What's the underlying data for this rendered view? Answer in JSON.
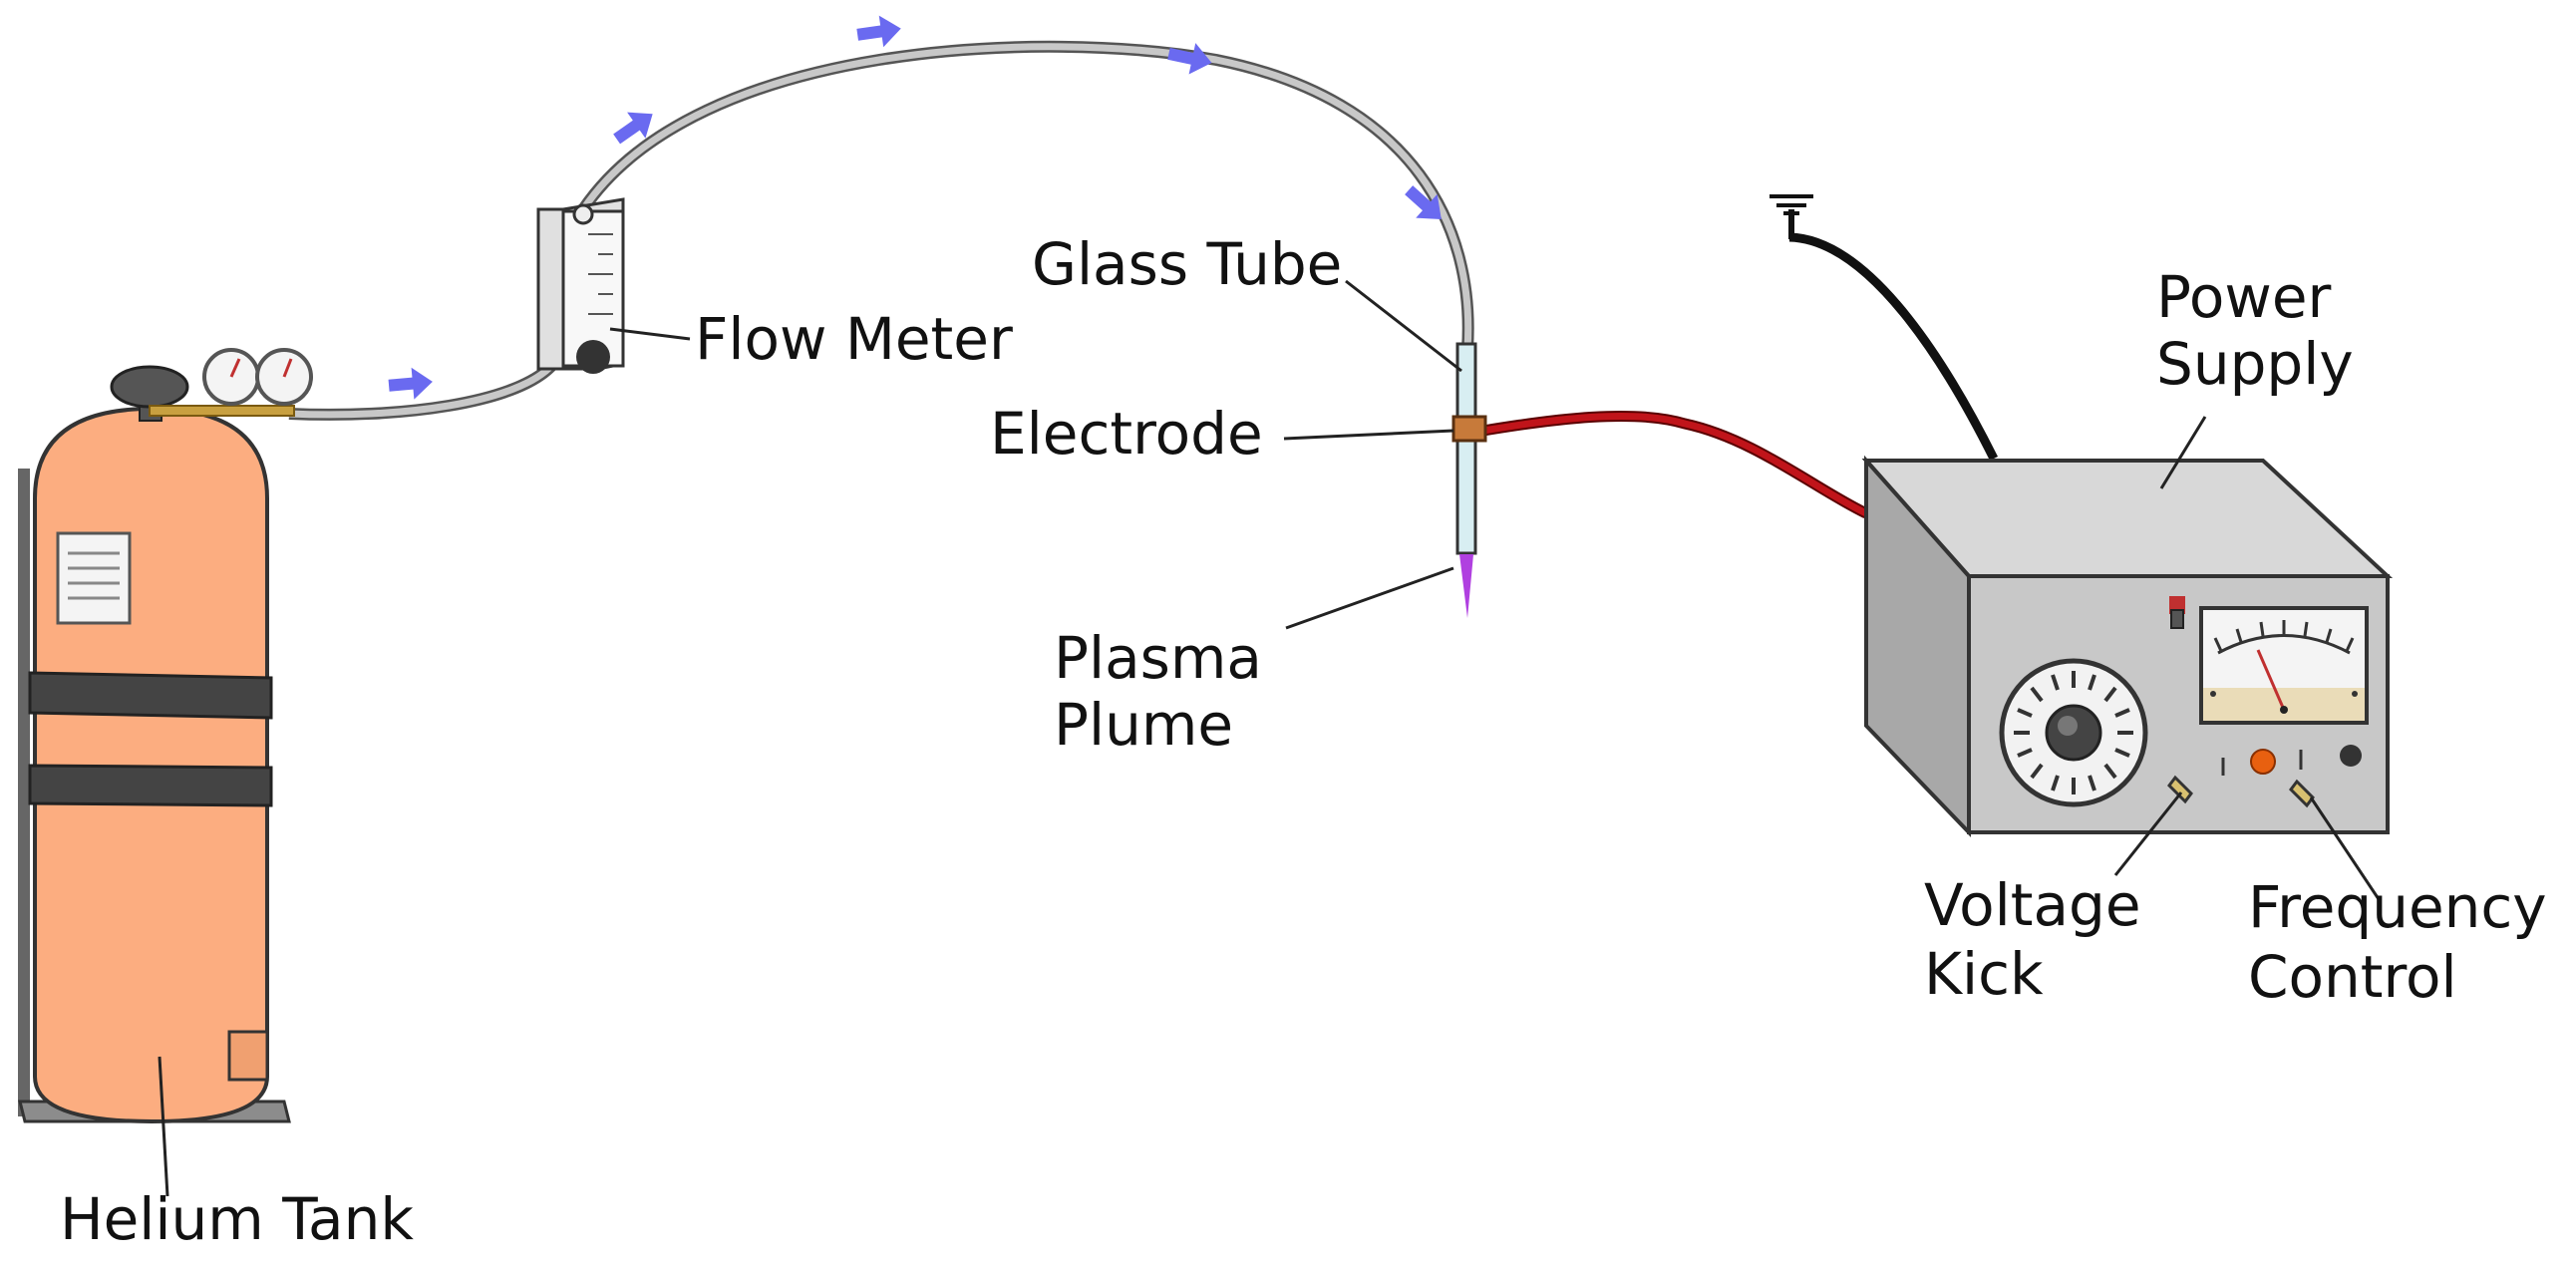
{
  "labels": {
    "helium_tank": "Helium Tank",
    "flow_meter": "Flow Meter",
    "glass_tube": "Glass Tube",
    "electrode": "Electrode",
    "plasma_plume_line1": "Plasma",
    "plasma_plume_line2": "Plume",
    "power_supply_line1": "Power",
    "power_supply_line2": "Supply",
    "voltage_kick_line1": "Voltage",
    "voltage_kick_line2": "Kick",
    "frequency_control_line1": "Frequency",
    "frequency_control_line2": "Control"
  },
  "colors": {
    "tank": "#fcad80",
    "gas_line": "#bdbdbd",
    "flow_arrow": "#6a6af0",
    "hv_cable": "#c0141a",
    "ground_cable": "#111111",
    "power_supply_body": "#c8c8c8",
    "electrode": "#c77a3a",
    "plasma": "#b040e0"
  },
  "icons": [
    "ground-symbol-icon",
    "flow-direction-arrow-icon",
    "regulator-gauge-icon",
    "dial-knob-icon",
    "analog-meter-icon"
  ]
}
